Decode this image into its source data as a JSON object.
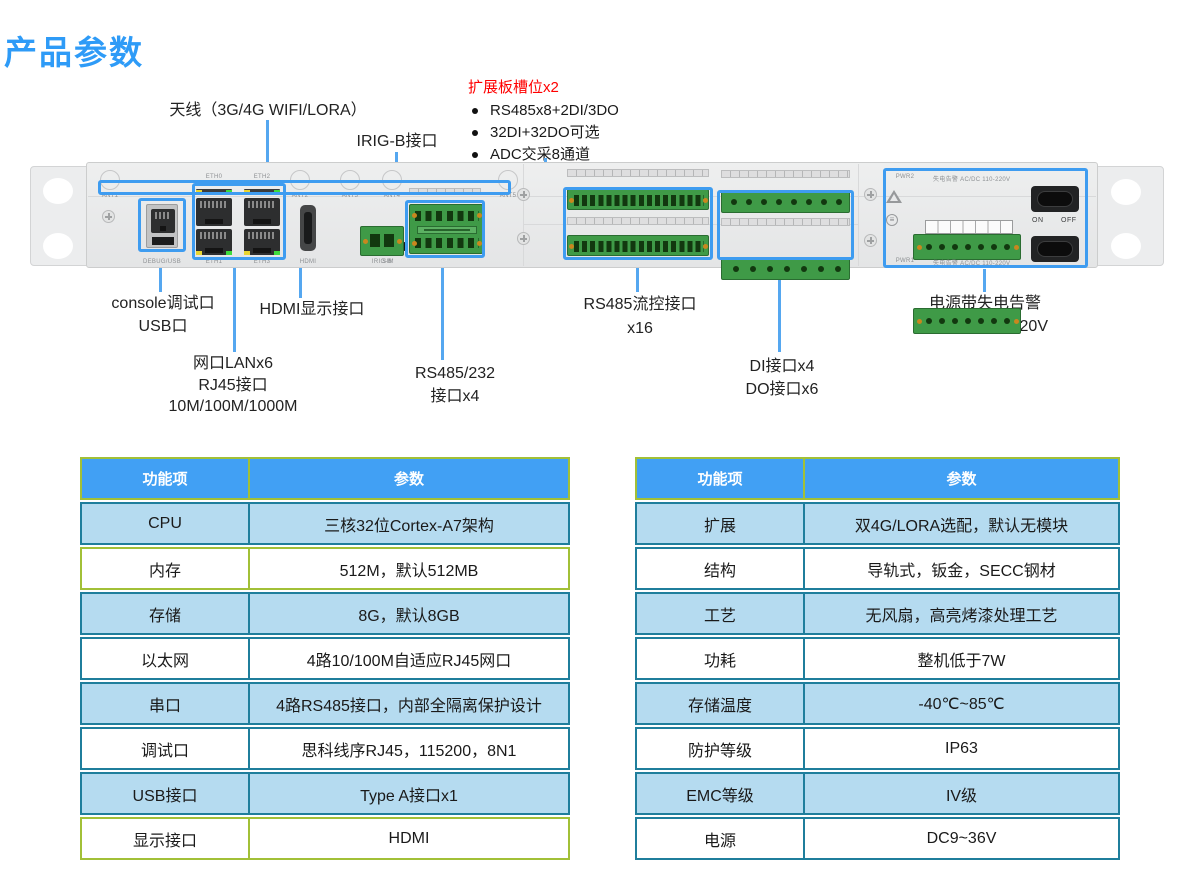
{
  "title": "产品参数",
  "colors": {
    "accent_blue": "#3E9CF0",
    "title_blue": "#2E9BF7",
    "table_header_blue": "#41A0F4",
    "table_row_alt_blue": "#B5DBF0",
    "table_border_teal": "#1F7E9C",
    "table_border_green": "#A2C037",
    "callout_red": "#FF0000",
    "terminal_green": "#3F9A47"
  },
  "callouts": {
    "antenna": "天线（3G/4G WIFI/LORA）",
    "irig_b": "IRIG-B接口",
    "expansion": {
      "title": "扩展板槽位x2",
      "items": [
        "RS485x8+2DI/3DO",
        "32DI+32DO可选",
        "ADC交采8通道"
      ]
    },
    "console": {
      "line1": "console调试口",
      "line2": "USB口"
    },
    "hdmi": "HDMI显示接口",
    "lan": {
      "line1": "网口LANx6",
      "line2": "RJ45接口",
      "line3": "10M/100M/1000M"
    },
    "rs485_232": {
      "line1": "RS485/232",
      "line2": "接口x4"
    },
    "rs485_flow": {
      "line1": "RS485流控接口",
      "line2": "x16"
    },
    "di_do": {
      "line1": "DI接口x4",
      "line2": "DO接口x6"
    },
    "power": {
      "line1": "电源带失电告警",
      "line2": "交直流110V/220V"
    }
  },
  "device": {
    "ant_labels": [
      "ANT1",
      "ANT2",
      "ANT3",
      "ANT4",
      "ANT5"
    ],
    "ports": {
      "debug": "DEBUG/USB",
      "eth_top_left": "ETH0",
      "eth_top_right": "ETH2",
      "eth_bottom_left": "ETH1",
      "eth_bottom_right": "ETH3",
      "hdmi": "HDMI",
      "sim": "SIM",
      "irig_b": "IRIG-B"
    },
    "power": {
      "pwr2": "PWR2",
      "pwr1": "PWR1",
      "alarm_top": "失电告警 AC/DC 110-220V",
      "alarm_bottom": "失电告警 AC/DC 110-220V",
      "on": "ON",
      "off": "OFF"
    }
  },
  "spec_tables": {
    "headers": [
      "功能项",
      "参数"
    ],
    "left": {
      "rows": [
        [
          "CPU",
          "三核32位Cortex-A7架构"
        ],
        [
          "内存",
          "512M，默认512MB"
        ],
        [
          "存储",
          "8G，默认8GB"
        ],
        [
          "以太网",
          "4路10/100M自适应RJ45网口"
        ],
        [
          "串口",
          "4路RS485接口，内部全隔离保护设计"
        ],
        [
          "调试口",
          "思科线序RJ45，115200，8N1"
        ],
        [
          "USB接口",
          "Type A接口x1"
        ],
        [
          "显示接口",
          "HDMI"
        ]
      ]
    },
    "right": {
      "rows": [
        [
          "扩展",
          "双4G/LORA选配，默认无模块"
        ],
        [
          "结构",
          "导轨式，钣金，SECC钢材"
        ],
        [
          "工艺",
          "无风扇，高亮烤漆处理工艺"
        ],
        [
          "功耗",
          "整机低于7W"
        ],
        [
          "存储温度",
          "-40℃~85℃"
        ],
        [
          "防护等级",
          "IP63"
        ],
        [
          "EMC等级",
          "IV级"
        ],
        [
          "电源",
          "DC9~36V"
        ]
      ]
    }
  }
}
